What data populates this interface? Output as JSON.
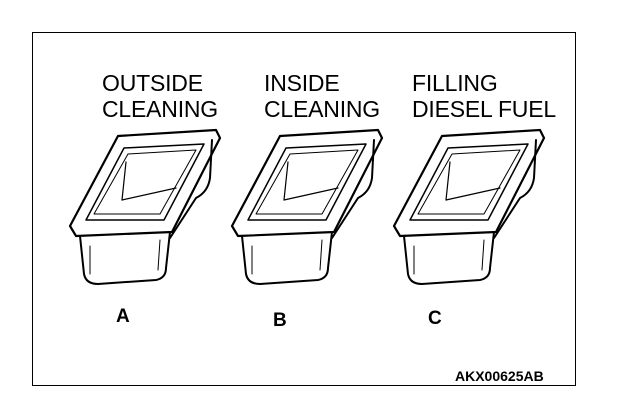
{
  "containers": [
    {
      "caption": [
        "OUTSIDE",
        "CLEANING"
      ],
      "letter": "A"
    },
    {
      "caption": [
        "INSIDE",
        "CLEANING"
      ],
      "letter": "B"
    },
    {
      "caption": [
        "FILLING",
        "DIESEL FUEL"
      ],
      "letter": "C"
    }
  ],
  "figure_code": "AKX00625AB"
}
